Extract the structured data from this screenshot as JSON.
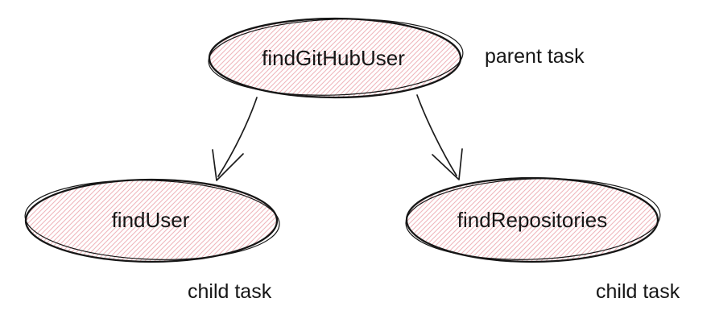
{
  "diagram": {
    "colors": {
      "background": "#ffffff",
      "outline": "#161616",
      "text": "#161616",
      "hatch": "#efb6bc"
    },
    "nodes": [
      {
        "label": "findGitHubUser",
        "role": "parent"
      },
      {
        "label": "findUser",
        "role": "child"
      },
      {
        "label": "findRepositories",
        "role": "child"
      }
    ],
    "edges": [
      {
        "from": "findGitHubUser",
        "to": "findUser"
      },
      {
        "from": "findGitHubUser",
        "to": "findRepositories"
      }
    ],
    "annotations": [
      {
        "text": "parent task",
        "attached_to": "findGitHubUser"
      },
      {
        "text": "child task",
        "attached_to": "findUser"
      },
      {
        "text": "child task",
        "attached_to": "findRepositories"
      }
    ]
  }
}
